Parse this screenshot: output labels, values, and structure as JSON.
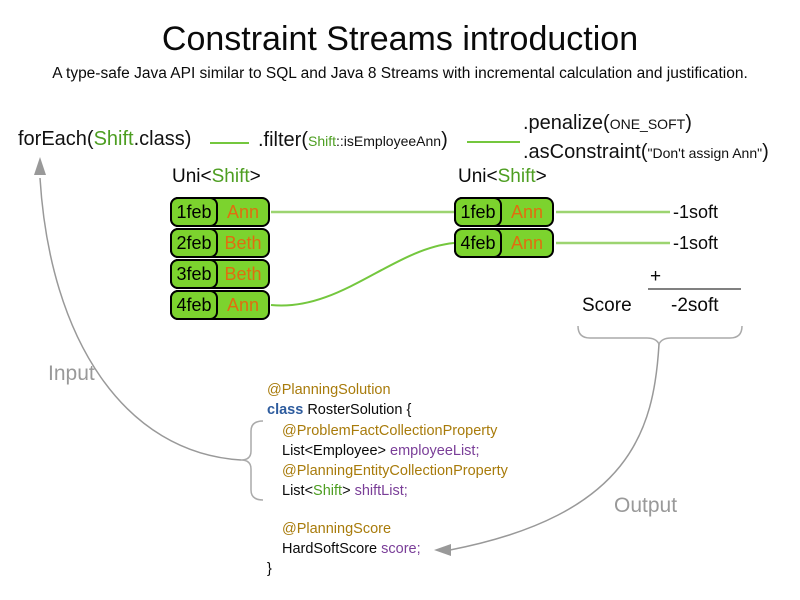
{
  "title": "Constraint Streams introduction",
  "subtitle": "A type-safe Java API similar to SQL and Java 8 Streams with incremental calculation and justification.",
  "pipeline": {
    "foreach_fn": "forEach(",
    "foreach_type": "Shift",
    "foreach_close": ".class)",
    "filter_fn": ".filter(",
    "filter_type": "Shift",
    "filter_method": "::isEmployeeAnn",
    "filter_close": ")",
    "penalize_fn": ".penalize(",
    "penalize_arg": "ONE_SOFT",
    "penalize_close": ")",
    "asconstraint_fn": ".asConstraint(",
    "asconstraint_arg": "\"Don't assign Ann\"",
    "asconstraint_close": ")"
  },
  "left_stream": {
    "label_pre": "Uni<",
    "label_type": "Shift",
    "label_post": ">",
    "rows": [
      {
        "date": "1feb",
        "employee": "Ann"
      },
      {
        "date": "2feb",
        "employee": "Beth"
      },
      {
        "date": "3feb",
        "employee": "Beth"
      },
      {
        "date": "4feb",
        "employee": "Ann"
      }
    ]
  },
  "right_stream": {
    "label_pre": "Uni<",
    "label_type": "Shift",
    "label_post": ">",
    "rows": [
      {
        "date": "1feb",
        "employee": "Ann"
      },
      {
        "date": "4feb",
        "employee": "Ann"
      }
    ]
  },
  "penalties": {
    "row1": "-1soft",
    "row2": "-1soft"
  },
  "score_summary": {
    "plus_sign": "+",
    "label": "Score",
    "total": "-2soft"
  },
  "flow_labels": {
    "input": "Input",
    "output": "Output"
  },
  "code": {
    "annotation_solution": "@PlanningSolution",
    "keyword_class": "class",
    "class_name": " RosterSolution {",
    "annotation_problem_fact": "@ProblemFactCollectionProperty",
    "employee_list_type": "List<Employee> ",
    "employee_list_var": "employeeList;",
    "annotation_planning_entity": "@PlanningEntityCollectionProperty",
    "shift_list_pre": "List<",
    "shift_list_type": "Shift",
    "shift_list_mid": "> ",
    "shift_list_var": "shiftList;",
    "annotation_score": "@PlanningScore",
    "score_type": "HardSoftScore ",
    "score_var": "score;",
    "closing_brace": "}"
  },
  "colors": {
    "type_green": "#4d9e21",
    "cell_green": "#7cd32e",
    "employee_orange": "#e06e10",
    "connector_light_green": "#9cd470",
    "connector_green": "#74c73e",
    "annotation_brown": "#a87b0b",
    "keyword_blue": "#2e5c9e",
    "variable_purple": "#7a3e98",
    "flow_gray": "#999999",
    "score_line_gray": "#808080",
    "text_black": "#000000"
  }
}
